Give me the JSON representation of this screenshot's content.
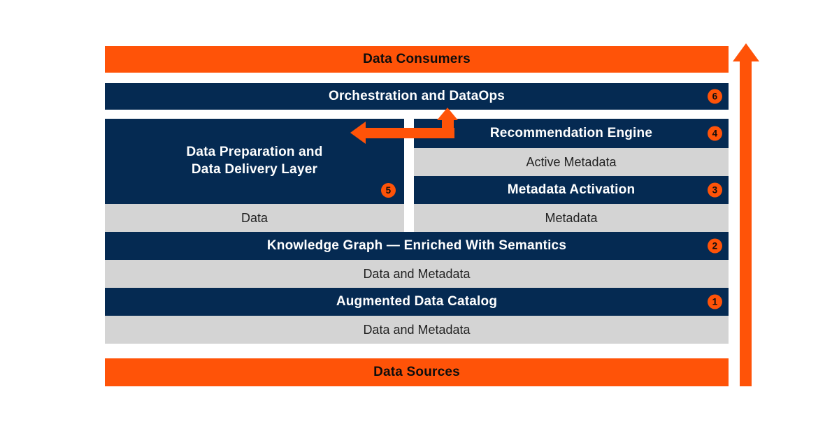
{
  "colors": {
    "orange": "#FF5308",
    "navy": "#052A52",
    "gray": "#D4D4D4"
  },
  "top_bar": {
    "label": "Data Consumers"
  },
  "orchestration": {
    "label": "Orchestration and DataOps",
    "badge": "6"
  },
  "left_box": {
    "title_line1": "Data Preparation and",
    "title_line2": "Data Delivery Layer",
    "badge": "5",
    "sub_label": "Data"
  },
  "right_column": {
    "recommendation": {
      "label": "Recommendation Engine",
      "badge": "4"
    },
    "active_metadata": {
      "label": "Active Metadata"
    },
    "metadata_activation": {
      "label": "Metadata Activation",
      "badge": "3"
    },
    "metadata": {
      "label": "Metadata"
    }
  },
  "knowledge_graph": {
    "label": "Knowledge Graph — Enriched With Semantics",
    "badge": "2",
    "sub_label": "Data and Metadata"
  },
  "augmented_catalog": {
    "label": "Augmented Data Catalog",
    "badge": "1",
    "sub_label": "Data and Metadata"
  },
  "bottom_bar": {
    "label": "Data Sources"
  }
}
